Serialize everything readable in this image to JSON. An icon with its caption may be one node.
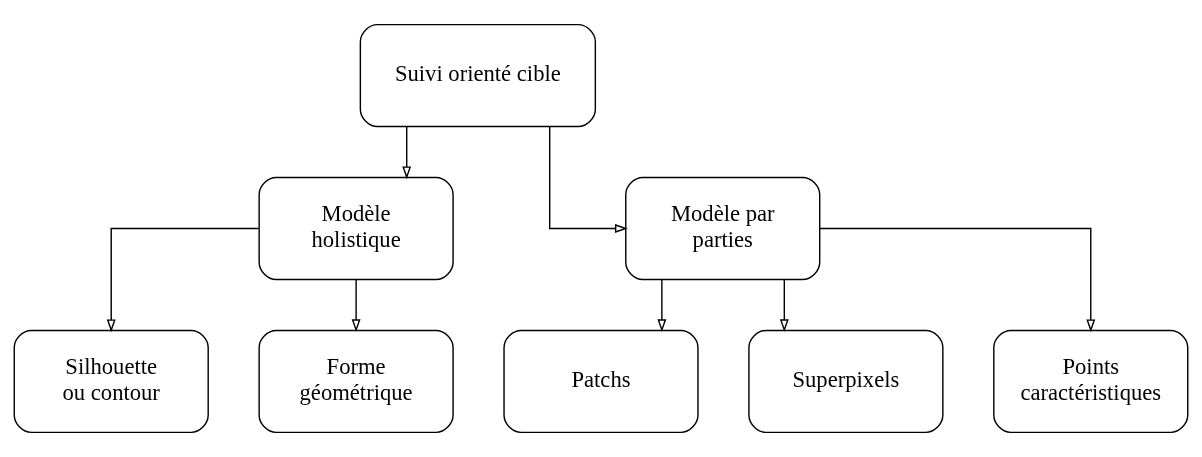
{
  "diagram": {
    "nodes": [
      {
        "text": [
          "Suivi orienté cible"
        ]
      },
      {
        "text": [
          "Modèle holistique"
        ]
      },
      {
        "text": [
          "Modèle par parties"
        ]
      },
      {
        "text": [
          "Silhouette ou contour"
        ]
      },
      {
        "text": [
          "Forme géométrique"
        ]
      },
      {
        "text": [
          "Patchs"
        ]
      },
      {
        "text": [
          "Superpixels"
        ]
      },
      {
        "text": [
          "Points caractéristiques"
        ]
      }
    ],
    "edges": [
      {
        "from": 0,
        "to": 1,
        "arrow": "to"
      },
      {
        "from": 0,
        "to": 2,
        "arrow": "to"
      },
      {
        "from": 1,
        "to": 3,
        "arrow": "to"
      },
      {
        "from": 1,
        "to": 4,
        "arrow": "to"
      },
      {
        "from": 2,
        "to": 5,
        "arrow": "to"
      },
      {
        "from": 2,
        "to": 6,
        "arrow": "to"
      },
      {
        "from": 2,
        "to": 7,
        "arrow": "to"
      }
    ]
  }
}
